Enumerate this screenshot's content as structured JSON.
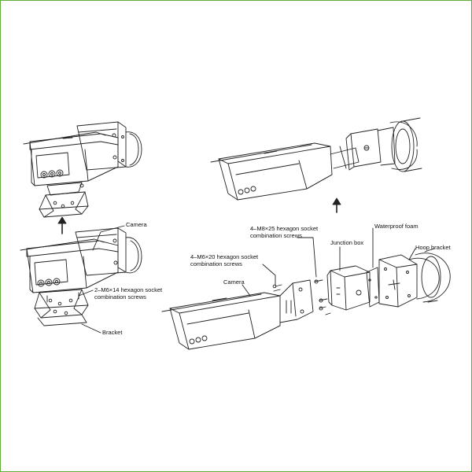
{
  "labels": {
    "left_camera": "Camera",
    "left_screws_line1": "2–M6×14 hexagon socket",
    "left_screws_line2": "combination screws",
    "left_bracket": "Bracket",
    "right_m8_line1": "4–M8×25 hexagon socket",
    "right_m8_line2": "combination screws",
    "right_junction_box": "Junction box",
    "right_foam": "Waterproof foam",
    "right_hoop": "Hoop bracket",
    "right_m6_line1": "4–M6×20 hexagon socket",
    "right_m6_line2": "combination screws",
    "right_camera": "Camera"
  },
  "colors": {
    "frame": "#5fae3a",
    "line": "#222222"
  }
}
